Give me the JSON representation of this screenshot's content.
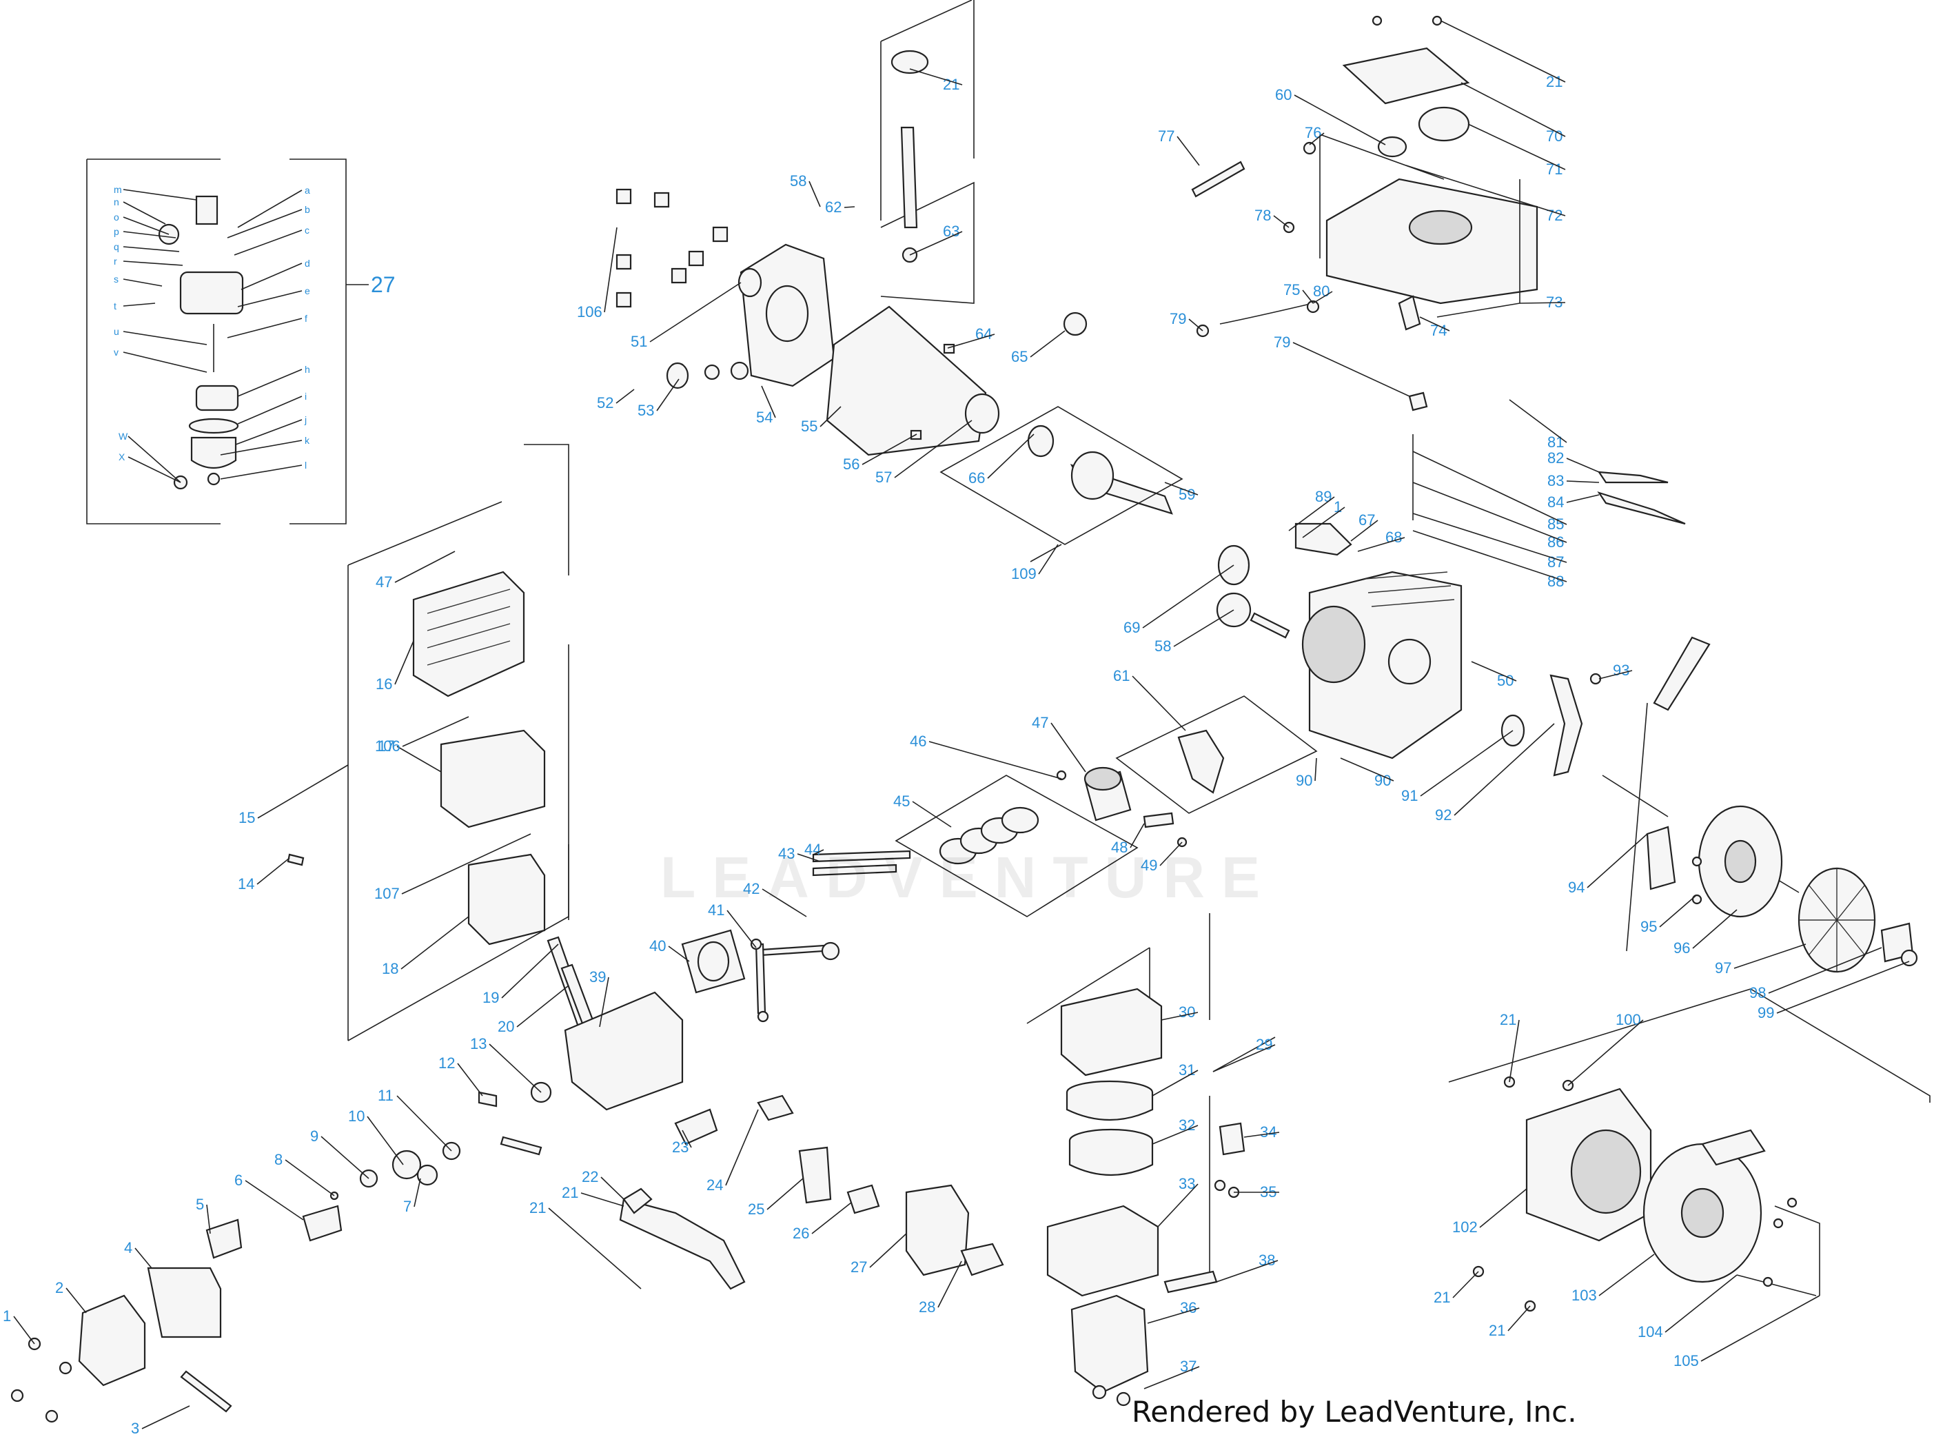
{
  "credit": "Rendered by LeadVenture, Inc.",
  "watermark": {
    "text": "LEADVENTURE"
  },
  "colors": {
    "label": "#2a8fd8",
    "line": "#222222",
    "text": "#111111"
  },
  "carb_detail": {
    "assembly_callout": "27",
    "letters_left": [
      "m",
      "n",
      "o",
      "p",
      "q",
      "r",
      "s",
      "t",
      "u",
      "v",
      "W",
      "X"
    ],
    "letters_right": [
      "a",
      "b",
      "c",
      "d",
      "e",
      "f",
      "h",
      "i",
      "j",
      "k",
      "l"
    ]
  },
  "callouts": [
    "1",
    "2",
    "3",
    "4",
    "5",
    "6",
    "7",
    "8",
    "9",
    "10",
    "11",
    "12",
    "13",
    "14",
    "15",
    "16",
    "17",
    "18",
    "19",
    "20",
    "39",
    "40",
    "41",
    "42",
    "43",
    "44",
    "45",
    "46",
    "47",
    "48",
    "49",
    "47",
    "106",
    "107",
    "106",
    "51",
    "52",
    "53",
    "54",
    "55",
    "56",
    "57",
    "58",
    "62",
    "21",
    "63",
    "64",
    "65",
    "66",
    "109",
    "59",
    "60",
    "76",
    "77",
    "78",
    "21",
    "70",
    "71",
    "72",
    "73",
    "74",
    "75",
    "79",
    "80",
    "79",
    "81",
    "82",
    "83",
    "84",
    "85",
    "86",
    "87",
    "88",
    "89",
    "1",
    "67",
    "68",
    "69",
    "58",
    "61",
    "50",
    "90",
    "90",
    "91",
    "92",
    "93",
    "94",
    "95",
    "96",
    "97",
    "98",
    "99",
    "100",
    "21",
    "22",
    "21",
    "23",
    "24",
    "25",
    "26",
    "27",
    "28",
    "30",
    "31",
    "32",
    "33",
    "29",
    "34",
    "35",
    "36",
    "37",
    "38",
    "21",
    "102",
    "21",
    "21",
    "103",
    "104",
    "105"
  ]
}
